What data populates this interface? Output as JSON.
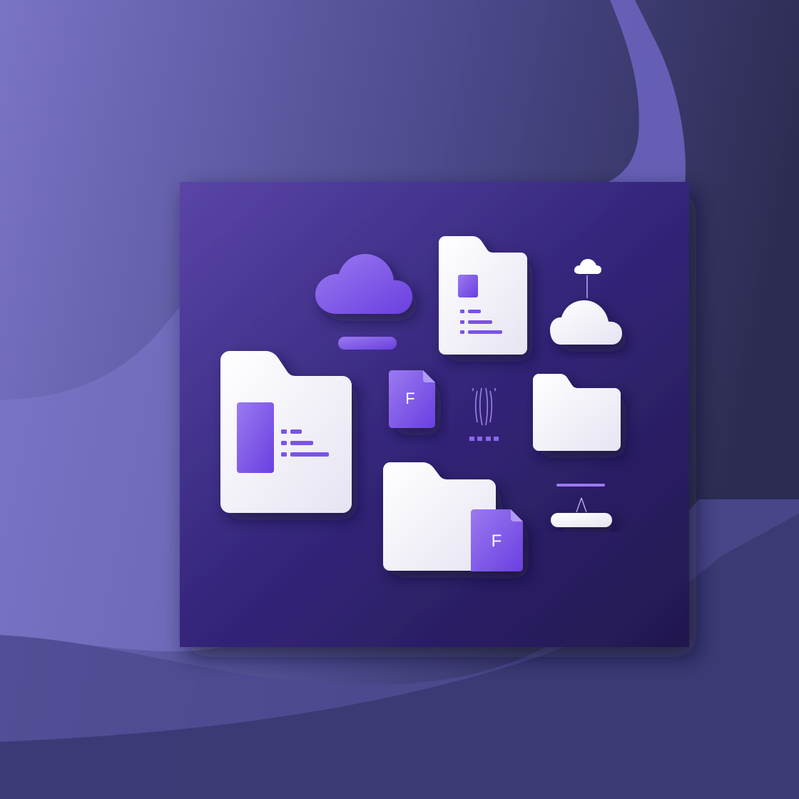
{
  "scene": {
    "palette": {
      "background_light": "#7a74c4",
      "background_dark": "#2c2c52",
      "panel_light": "#5a45a8",
      "panel_dark": "#2a1c5e",
      "card_white": "#ffffff",
      "accent_violet": "#7a52e6",
      "accent_violet_light": "#9a7af0"
    },
    "icons": [
      {
        "name": "cloud-icon",
        "style": "violet"
      },
      {
        "name": "document-folder-icon",
        "style": "white"
      },
      {
        "name": "small-cloud-icon",
        "style": "white"
      },
      {
        "name": "cloud-icon",
        "style": "white"
      },
      {
        "name": "large-folder-icon",
        "style": "white"
      },
      {
        "name": "file-f-icon",
        "style": "violet"
      },
      {
        "name": "connector-lines-icon",
        "style": "violet"
      },
      {
        "name": "folder-icon",
        "style": "white"
      },
      {
        "name": "folder-with-file-icon",
        "style": "white"
      },
      {
        "name": "slider-bar-icon",
        "style": "white"
      }
    ],
    "file_badges": {
      "small_file_letter": "F",
      "folder_file_letter": "F"
    }
  }
}
